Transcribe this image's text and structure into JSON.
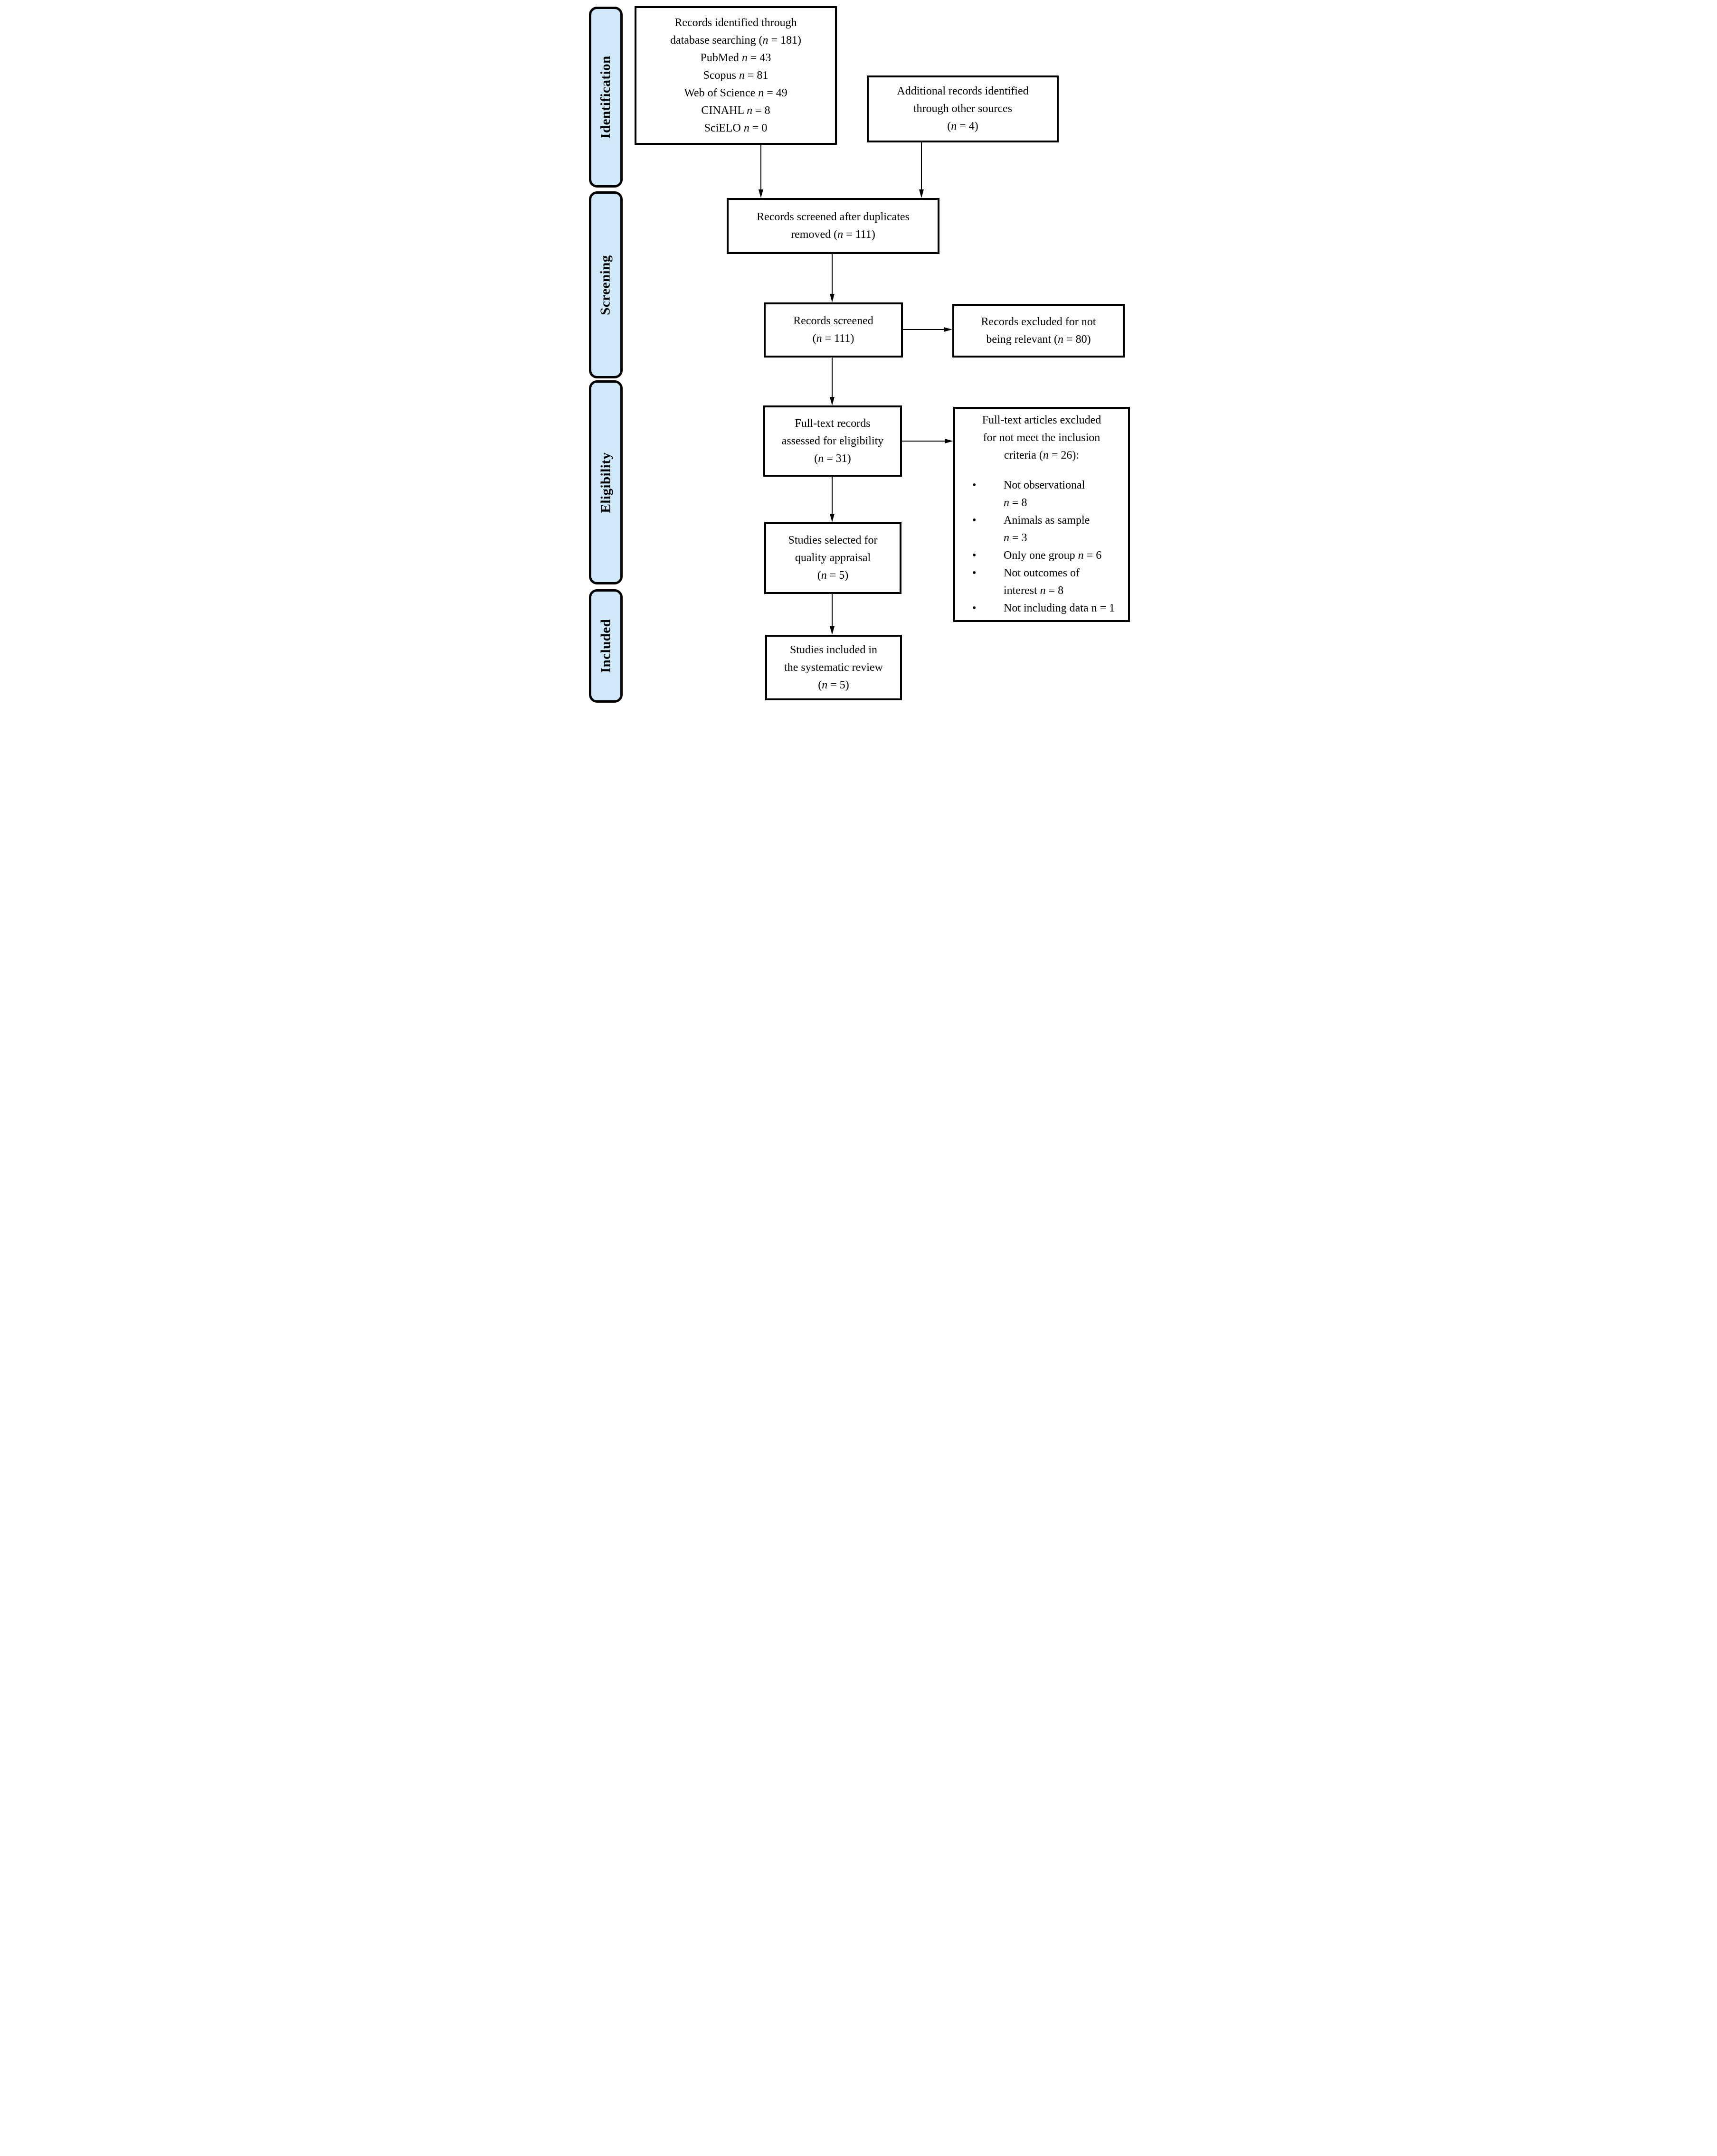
{
  "colors": {
    "stage_fill": "#cfe9fb",
    "line": "#000000",
    "box_bg": "#ffffff"
  },
  "bullet": "•",
  "stages": [
    {
      "label": "Identification"
    },
    {
      "label": "Screening"
    },
    {
      "label": "Eligibility"
    },
    {
      "label": "Included"
    }
  ],
  "boxes": {
    "identified": {
      "lines": [
        {
          "pre": "Records identified through"
        },
        {
          "pre": "database searching (",
          "n": "n",
          "post": " = 181)"
        },
        {
          "pre": "PubMed ",
          "n": "n",
          "post": " = 43"
        },
        {
          "pre": "Scopus ",
          "n": "n",
          "post": " = 81"
        },
        {
          "pre": "Web of Science ",
          "n": "n",
          "post": " = 49"
        },
        {
          "pre": "CINAHL ",
          "n": "n",
          "post": " = 8"
        },
        {
          "pre": "SciELO ",
          "n": "n",
          "post": " = 0"
        }
      ]
    },
    "additional": {
      "lines": [
        {
          "pre": "Additional records identified"
        },
        {
          "pre": "through other sources"
        },
        {
          "pre": "(",
          "n": "n",
          "post": " = 4)"
        }
      ]
    },
    "dedup": {
      "lines": [
        {
          "pre": "Records screened after duplicates"
        },
        {
          "pre": "removed (",
          "n": "n",
          "post": " = 111)"
        }
      ]
    },
    "screened": {
      "lines": [
        {
          "pre": "Records screened"
        },
        {
          "pre": "(",
          "n": "n",
          "post": " = 111)"
        }
      ]
    },
    "excluded": {
      "lines": [
        {
          "pre": "Records excluded for not"
        },
        {
          "pre": "being relevant (",
          "n": "n",
          "post": " = 80)"
        }
      ]
    },
    "fulltext": {
      "lines": [
        {
          "pre": "Full-text records"
        },
        {
          "pre": "assessed for eligibility"
        },
        {
          "pre": "(",
          "n": "n",
          "post": " = 31)"
        }
      ]
    },
    "ft_excluded": {
      "title_lines": [
        {
          "pre": "Full-text articles excluded"
        },
        {
          "pre": "for not meet the inclusion"
        },
        {
          "pre": "criteria (",
          "n": "n",
          "post": " = 26):"
        }
      ],
      "items": [
        {
          "lines": [
            {
              "pre": "Not observational"
            },
            {
              "n": "n",
              "post": " = 8"
            }
          ]
        },
        {
          "lines": [
            {
              "pre": "Animals as sample"
            },
            {
              "n": "n",
              "post": " = 3"
            }
          ]
        },
        {
          "lines": [
            {
              "pre": "Only one group ",
              "n": "n",
              "post": " = 6"
            }
          ]
        },
        {
          "lines": [
            {
              "pre": "Not outcomes of"
            },
            {
              "pre": "interest ",
              "n": "n",
              "post": " = 8"
            }
          ]
        },
        {
          "lines": [
            {
              "pre": "Not including data n = 1"
            }
          ]
        }
      ]
    },
    "quality": {
      "lines": [
        {
          "pre": "Studies selected for"
        },
        {
          "pre": "quality appraisal"
        },
        {
          "pre": "(",
          "n": "n",
          "post": " = 5)"
        }
      ]
    },
    "included": {
      "lines": [
        {
          "pre": "Studies included in"
        },
        {
          "pre": "the systematic review"
        },
        {
          "pre": "(",
          "n": "n",
          "post": " = 5)"
        }
      ]
    }
  }
}
